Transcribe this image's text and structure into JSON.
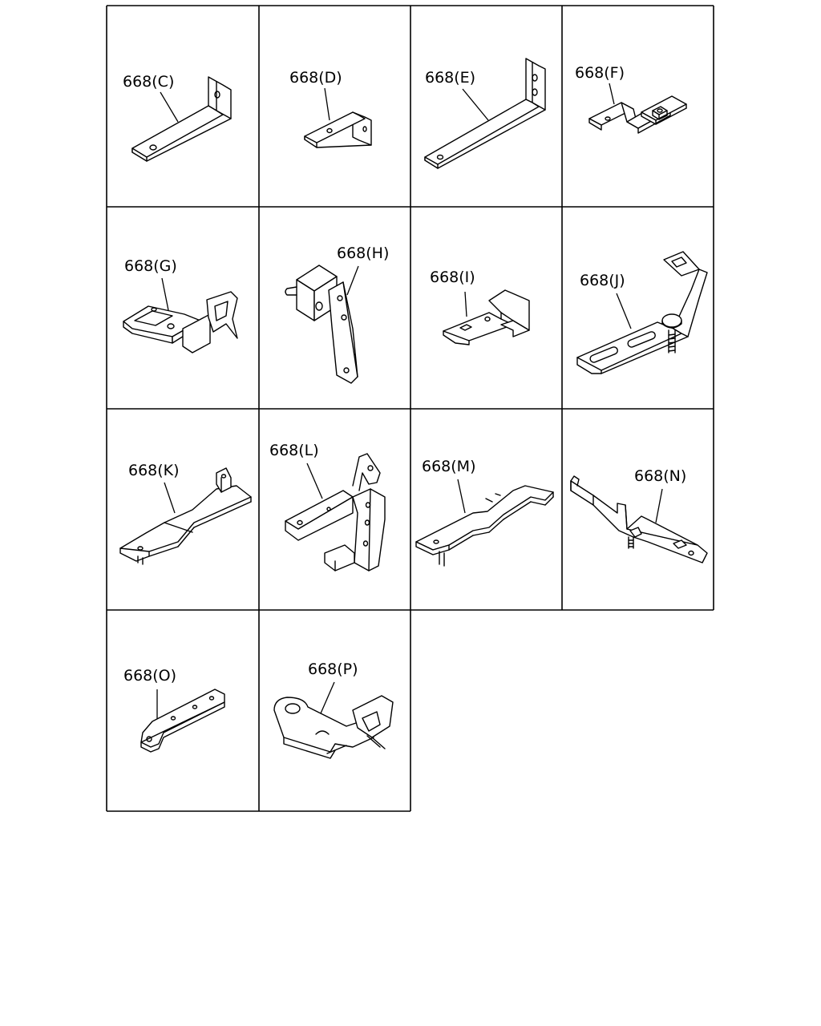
{
  "parts": [
    {
      "id": "C",
      "label": "668(C)",
      "icon": "long-l-bracket-icon"
    },
    {
      "id": "D",
      "label": "668(D)",
      "icon": "short-l-bracket-icon"
    },
    {
      "id": "E",
      "label": "668(E)",
      "icon": "long-angle-bracket-icon"
    },
    {
      "id": "F",
      "label": "668(F)",
      "icon": "offset-bracket-with-nut-icon"
    },
    {
      "id": "G",
      "label": "668(G)",
      "icon": "clip-bracket-icon"
    },
    {
      "id": "H",
      "label": "668(H)",
      "icon": "bent-strap-bracket-icon"
    },
    {
      "id": "I",
      "label": "668(I)",
      "icon": "step-bracket-icon"
    },
    {
      "id": "J",
      "label": "668(J)",
      "icon": "slotted-bracket-with-bolt-icon"
    },
    {
      "id": "K",
      "label": "668(K)",
      "icon": "flat-plate-bracket-icon"
    },
    {
      "id": "L",
      "label": "668(L)",
      "icon": "compound-bracket-icon"
    },
    {
      "id": "M",
      "label": "668(M)",
      "icon": "long-plate-bracket-icon"
    },
    {
      "id": "N",
      "label": "668(N)",
      "icon": "bracket-with-stud-icon"
    },
    {
      "id": "O",
      "label": "668(O)",
      "icon": "small-strap-bracket-icon"
    },
    {
      "id": "P",
      "label": "668(P)",
      "icon": "hook-plate-bracket-icon"
    }
  ]
}
